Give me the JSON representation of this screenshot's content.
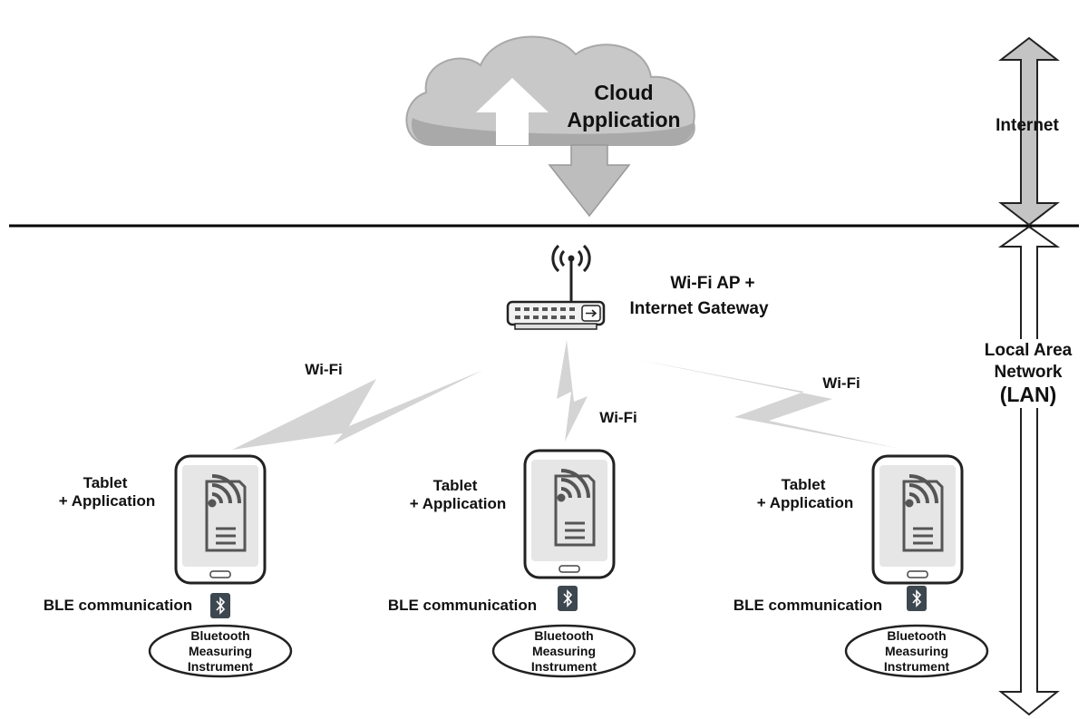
{
  "cloud": {
    "line1": "Cloud",
    "line2": "Application"
  },
  "internet_label": "Internet",
  "gateway": {
    "line1": "Wi-Fi AP +",
    "line2": "Internet Gateway"
  },
  "lan": {
    "line1": "Local Area",
    "line2": "Network",
    "line3": "(LAN)"
  },
  "wifi_labels": [
    "Wi-Fi",
    "Wi-Fi",
    "Wi-Fi"
  ],
  "tablets": [
    {
      "line1": "Tablet",
      "line2": "+ Application",
      "ble": "BLE communication",
      "instrument": [
        "Bluetooth",
        "Measuring",
        "Instrument"
      ]
    },
    {
      "line1": "Tablet",
      "line2": "+ Application",
      "ble": "BLE communication",
      "instrument": [
        "Bluetooth",
        "Measuring",
        "Instrument"
      ]
    },
    {
      "line1": "Tablet",
      "line2": "+ Application",
      "ble": "BLE communication",
      "instrument": [
        "Bluetooth",
        "Measuring",
        "Instrument"
      ]
    }
  ],
  "icons": {
    "cloud": "cloud-icon",
    "router": "wifi-router-icon",
    "tablet": "tablet-icon",
    "bluetooth": "bluetooth-icon"
  },
  "colors": {
    "cloud": "#c8c8c8",
    "bolt": "#d4d4d4",
    "arrow": "#bdbdbd",
    "tablet": "#e6e6e6",
    "icon": "#555555"
  }
}
